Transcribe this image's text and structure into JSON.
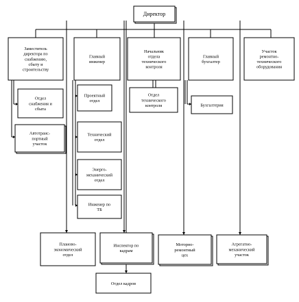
{
  "nodes": {
    "director": [
      "Директор"
    ],
    "deputy_supply": [
      "Заместитель",
      "директора по",
      "снабжению,",
      "сбыту      и",
      "строительству"
    ],
    "chief_engineer": [
      "Главный",
      "инженер"
    ],
    "head_qc": [
      "Начальник",
      "отдела",
      "технического",
      "контроля"
    ],
    "chief_accountant": [
      "Главный",
      "бухгалтер"
    ],
    "repair_section": [
      "Участок",
      "ремонтно-",
      "технического",
      "оборудования"
    ],
    "supply_dept": [
      "Отдел",
      "снабжения и",
      "сбыта"
    ],
    "transport_section": [
      "Автотранс-",
      "портный",
      "участок"
    ],
    "design_dept": [
      "Проектный",
      "отдел"
    ],
    "tech_dept": [
      "Технический",
      "отдел"
    ],
    "energy_dept": [
      "Энерго-",
      "механический",
      "отдел"
    ],
    "safety_engineer": [
      "Инженер по",
      "ТБ"
    ],
    "qc_dept": [
      "Отдел",
      "технического",
      "контроля"
    ],
    "accounting": [
      "Бухгалтерия"
    ],
    "planning_dept": [
      "Планово-",
      "экономический",
      "отдел"
    ],
    "hr_inspector": [
      "Инспектор по",
      "кадрам"
    ],
    "motor_shop": [
      "Моторно-",
      "ремонтный",
      "цех"
    ],
    "aggregate_section": [
      "Агрегатно-",
      "механический",
      "участок"
    ],
    "hr_dept": [
      "Отдел кадров"
    ]
  }
}
